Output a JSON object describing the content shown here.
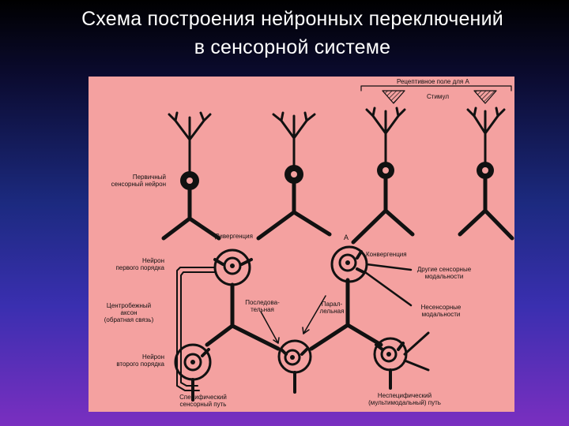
{
  "slide": {
    "title_line1": "Схема построения нейронных переключений",
    "title_line2": "в сенсорной системе"
  },
  "diagram": {
    "receptive_field": "Рецептивное поле для А",
    "stimulus": "Стимул",
    "primary_neuron_line1": "Первичный",
    "primary_neuron_line2": "сенсорный нейрон",
    "divergence": "Дивергенция",
    "node_a": "А",
    "convergence": "Конвергенция",
    "first_order_line1": "Нейрон",
    "first_order_line2": "первого порядка",
    "other_modalities_line1": "Другие сенсорные",
    "other_modalities_line2": "модальности",
    "sequential_line1": "Последова-",
    "sequential_line2": "тельная",
    "parallel_line1": "Парал-",
    "parallel_line2": "лельная",
    "centrifugal_line1": "Центробежный",
    "centrifugal_line2": "аксон",
    "centrifugal_line3": "(обратная связь)",
    "nonsensory_line1": "Несенсорные",
    "nonsensory_line2": "модальности",
    "second_order_line1": "Нейрон",
    "second_order_line2": "второго порядка",
    "specific_line1": "Специфический",
    "specific_line2": "сенсорный путь",
    "nonspecific_line1": "Неспецифический",
    "nonspecific_line2": "(мультимодальный) путь"
  },
  "colors": {
    "panel": "#f4a1a0",
    "ink": "#111111"
  }
}
